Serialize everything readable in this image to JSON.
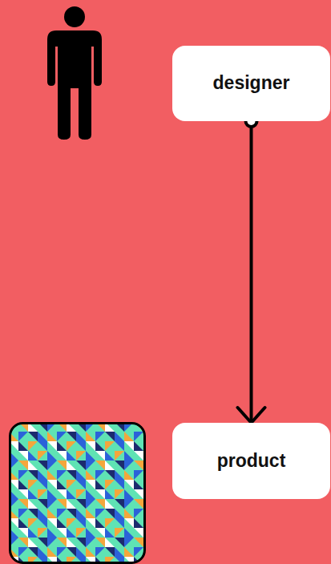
{
  "diagram": {
    "nodes": [
      {
        "text": [
          "designer"
        ]
      },
      {
        "text": [
          "product"
        ]
      }
    ],
    "edges": [
      {
        "from": 0,
        "to": 1,
        "arrow": "to"
      }
    ]
  }
}
